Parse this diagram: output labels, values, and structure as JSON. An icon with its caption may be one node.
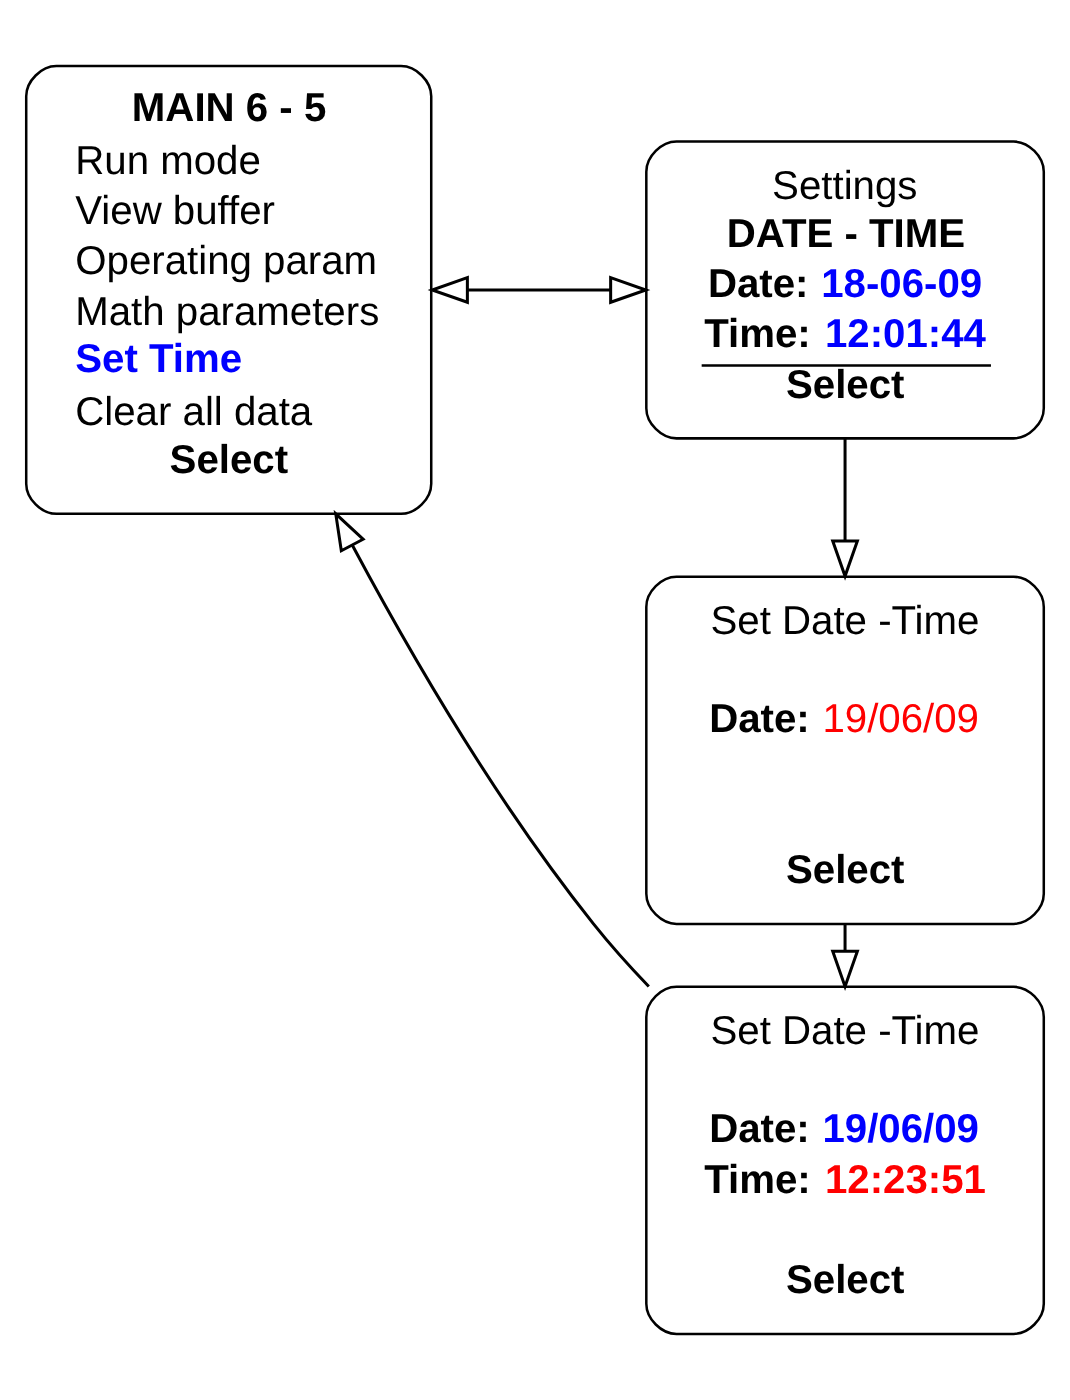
{
  "diagram": {
    "nodes": [
      {
        "text": [
          "MAIN 6 - 5",
          "Run mode",
          "View buffer",
          "Operating param",
          "Math parameters",
          "Set Time",
          "Clear all data",
          "Select"
        ]
      },
      {
        "text": [
          "Settings",
          "DATE - TIME",
          "Date:",
          "18-06-09",
          "Time:",
          "12:01:44",
          "Select"
        ]
      },
      {
        "text": [
          "Set Date -Time",
          "Date:",
          "19/06/09",
          "Select"
        ]
      },
      {
        "text": [
          "Set Date -Time",
          "Date:",
          "19/06/09",
          "Time:",
          "12:23:51",
          "Select"
        ]
      }
    ],
    "edges": [
      {
        "from": 0,
        "to": 1,
        "arrow": "both"
      },
      {
        "from": 1,
        "to": 2,
        "arrow": "to"
      },
      {
        "from": 2,
        "to": 3,
        "arrow": "to"
      },
      {
        "from": 3,
        "to": 0,
        "arrow": "to"
      }
    ]
  }
}
